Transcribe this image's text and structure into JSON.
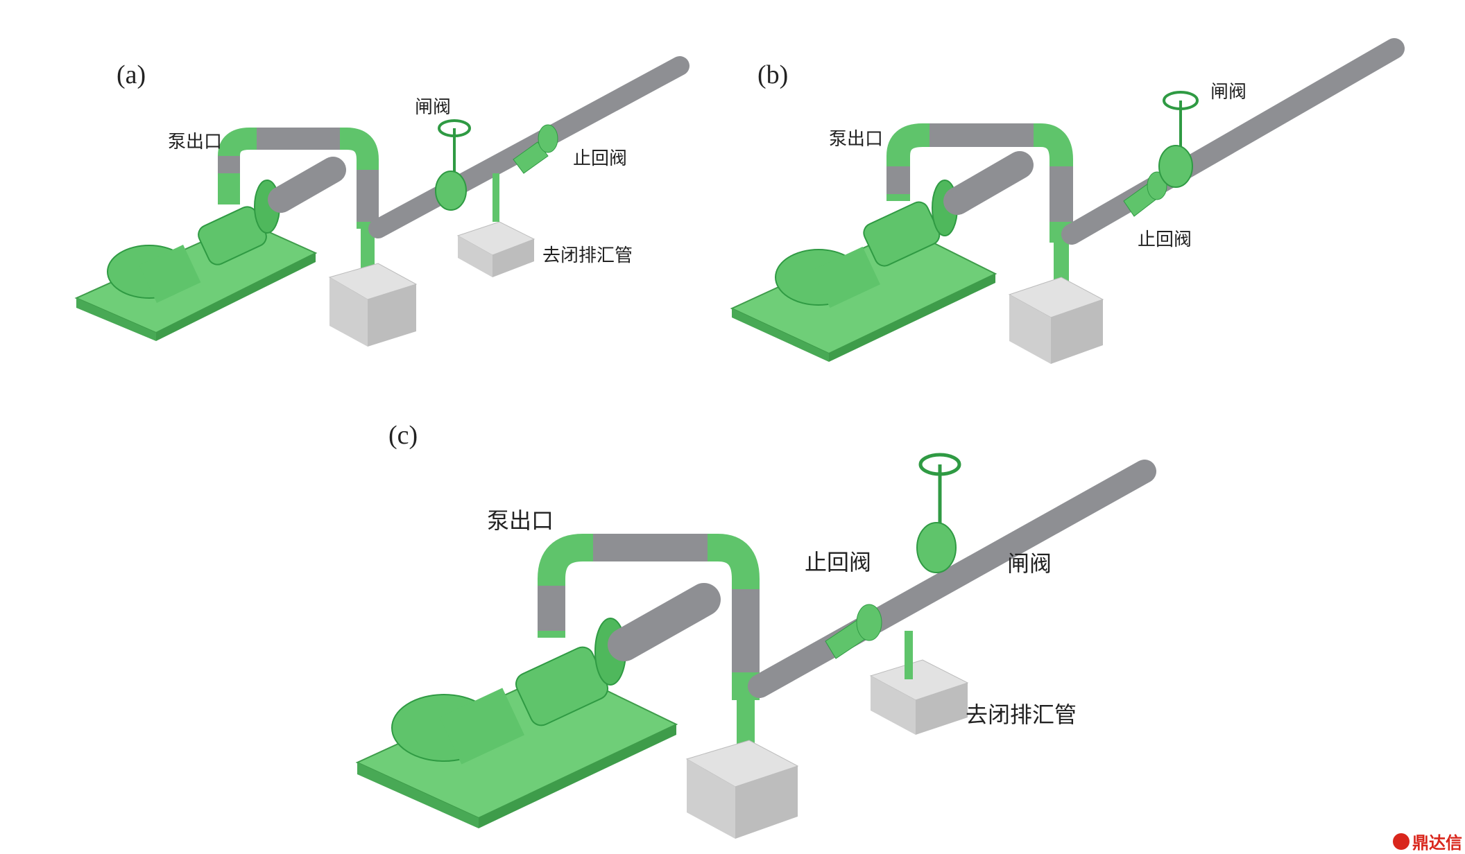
{
  "panels": [
    {
      "id": "a",
      "tag": "(a)",
      "pump_outlet": "泵出口",
      "gate_valve": "闸阀",
      "check_valve": "止回阀",
      "drain": "去闭排汇管"
    },
    {
      "id": "b",
      "tag": "(b)",
      "pump_outlet": "泵出口",
      "gate_valve": "闸阀",
      "check_valve": "止回阀"
    },
    {
      "id": "c",
      "tag": "(c)",
      "pump_outlet": "泵出口",
      "gate_valve": "闸阀",
      "check_valve": "止回阀",
      "drain": "去闭排汇管"
    }
  ],
  "watermark": "鼎达信",
  "colors": {
    "green": "#5fc46b",
    "green_dark": "#2f9a43",
    "pipe_gray": "#8e8f93",
    "pipe_dark": "#5b5c60",
    "base_green": "#6fce78",
    "concrete": "#d8d8d8"
  }
}
